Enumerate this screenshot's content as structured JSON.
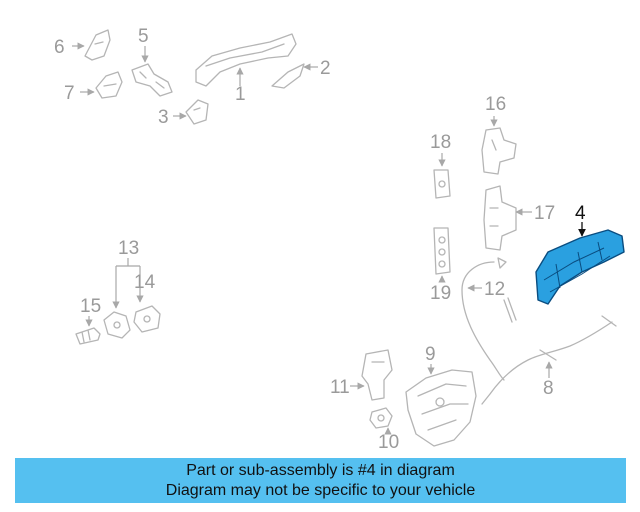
{
  "diagram": {
    "callouts": [
      "1",
      "2",
      "3",
      "4",
      "5",
      "6",
      "7",
      "8",
      "9",
      "10",
      "11",
      "12",
      "13",
      "14",
      "15",
      "16",
      "17",
      "18",
      "19"
    ],
    "highlighted": "4",
    "highlight_color": "#2aa0e0"
  },
  "caption": {
    "line1": "Part or sub-assembly is #4 in diagram",
    "line2": "Diagram may not be specific to your vehicle",
    "background": "#55c0f0"
  }
}
